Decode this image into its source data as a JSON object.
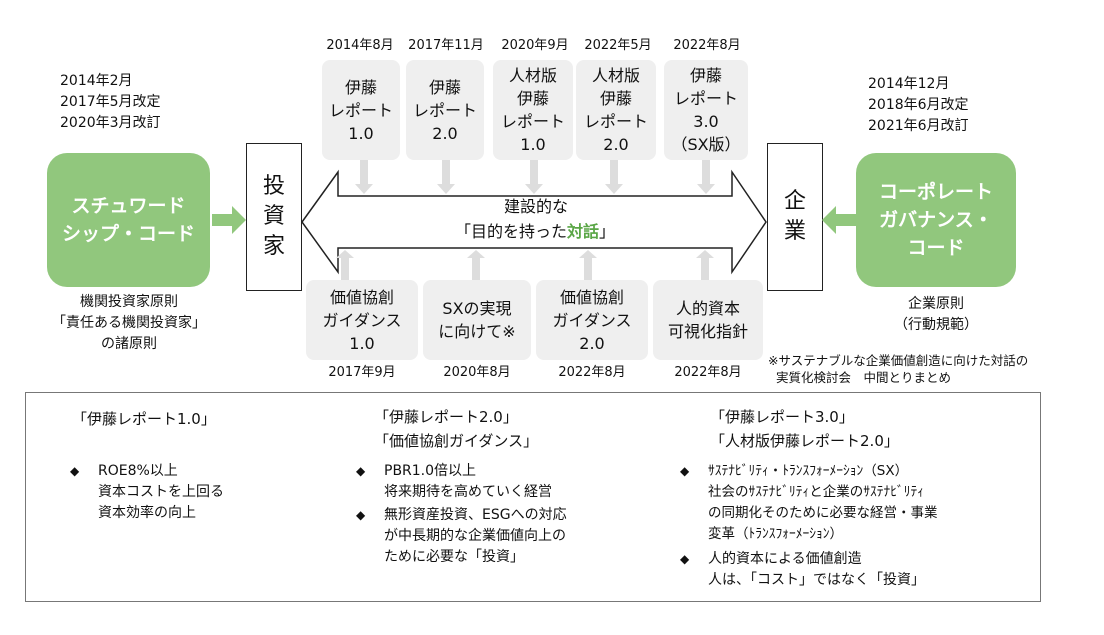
{
  "left_dates": "2014年2月\n2017年5月改定\n2020年3月改訂",
  "right_dates": "2014年12月\n2018年6月改定\n2021年6月改訂",
  "stewardship_box": "スチュワード\nシップ・コード",
  "governance_box": "コーポレート\nガバナンス・\nコード",
  "investor_label": "投資家",
  "company_label": "企業",
  "stewardship_caption": "機関投資家原則\n「責任ある機関投資家」\nの諸原則",
  "governance_caption": "企業原則\n（行動規範）",
  "dialogue_line1": "建設的な",
  "dialogue_prefix": "「目的を持った",
  "dialogue_highlight": "対話",
  "dialogue_suffix": "」",
  "top_items": [
    {
      "date": "2014年8月",
      "label": "伊藤\nレポート\n1.0"
    },
    {
      "date": "2017年11月",
      "label": "伊藤\nレポート\n2.0"
    },
    {
      "date": "2020年9月",
      "label": "人材版\n伊藤\nレポート\n1.0"
    },
    {
      "date": "2022年5月",
      "label": "人材版\n伊藤\nレポート\n2.0"
    },
    {
      "date": "2022年8月",
      "label": "伊藤\nレポート\n3.0\n（SX版）"
    }
  ],
  "bottom_items": [
    {
      "label": "価値協創\nガイダンス\n1.0",
      "date": "2017年9月"
    },
    {
      "label": "SXの実現\nに向けて※",
      "date": "2020年8月"
    },
    {
      "label": "価値協創\nガイダンス\n2.0",
      "date": "2022年8月"
    },
    {
      "label": "人的資本\n可視化指針",
      "date": "2022年8月"
    }
  ],
  "footnote": "※サステナブルな企業価値創造に向けた対話の\n  実質化検討会　中間とりまとめ",
  "summary": [
    {
      "title": "「伊藤レポート1.0」",
      "bullets": [
        "ROE8%以上\n資本コストを上回る\n資本効率の向上"
      ]
    },
    {
      "title": "「伊藤レポート2.0」\n「価値協創ガイダンス」",
      "bullets": [
        "PBR1.0倍以上\n将来期待を高めていく経営",
        "無形資産投資、ESGへの対応\nが中長期的な企業価値向上の\nために必要な「投資」"
      ]
    },
    {
      "title": "「伊藤レポート3.0」\n「人材版伊藤レポート2.0」",
      "bullets": [
        "ｻｽﾃﾅﾋﾞﾘﾃｨ・ﾄﾗﾝｽﾌｫｰﾒｰｼｮﾝ（SX）\n社会のｻｽﾃﾅﾋﾞﾘﾃｨと企業のｻｽﾃﾅﾋﾞﾘﾃｨ\nの同期化そのために必要な経営・事業\n変革（ﾄﾗﾝｽﾌｫｰﾒｰｼｮﾝ）",
        "人的資本による価値創造\n人は、「コスト」ではなく「投資」"
      ]
    }
  ],
  "colors": {
    "green_box": "#91c77d",
    "green_text": "#5aa646",
    "gray_box": "#efefef",
    "arrow_gray": "#dddddd"
  }
}
